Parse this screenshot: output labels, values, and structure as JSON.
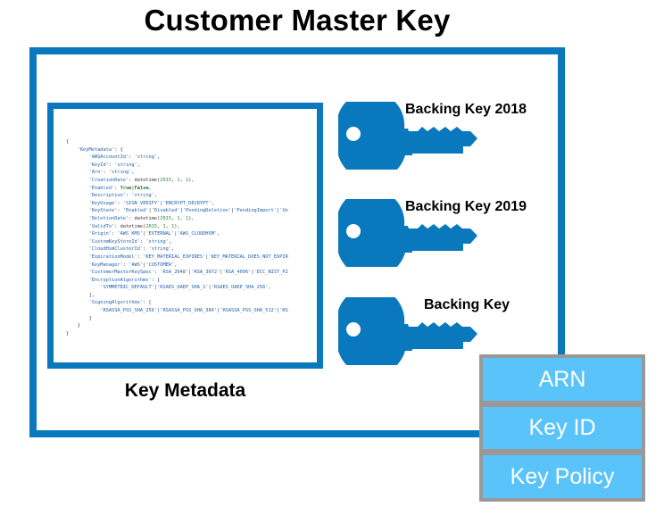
{
  "title": "Customer Master Key",
  "colors": {
    "frame": "#0a78bd",
    "key": "#0a78bd",
    "stack_fill": "#5ac3fa",
    "stack_border": "#999999",
    "stack_text": "#ffffff"
  },
  "metadata": {
    "label": "Key Metadata",
    "code_lines": [
      "{",
      "    'KeyMetadata': {",
      "        'AWSAccountId': 'string',",
      "        'KeyId': 'string',",
      "        'Arn': 'string',",
      "        'CreationDate': datetime(2015, 1, 1),",
      "        'Enabled': True|False,",
      "        'Description': 'string',",
      "        'KeyUsage': 'SIGN_VERIFY'|'ENCRYPT_DECRYPT',",
      "        'KeyState': 'Enabled'|'Disabled'|'PendingDeletion'|'PendingImport'|'Un",
      "        'DeletionDate': datetime(2015, 1, 1),",
      "        'ValidTo': datetime(2015, 1, 1),",
      "        'Origin': 'AWS_KMS'|'EXTERNAL'|'AWS_CLOUDHSM',",
      "        'CustomKeyStoreId': 'string',",
      "        'CloudHsmClusterId': 'string',",
      "        'ExpirationModel': 'KEY_MATERIAL_EXPIRES'|'KEY_MATERIAL_DOES_NOT_EXPIR",
      "        'KeyManager': 'AWS'|'CUSTOMER',",
      "        'CustomerMasterKeySpec': 'RSA_2048'|'RSA_3072'|'RSA_4096'|'ECC_NIST_P2",
      "        'EncryptionAlgorithms': [",
      "            'SYMMETRIC_DEFAULT'|'RSAES_OAEP_SHA_1'|'RSAES_OAEP_SHA_256',",
      "        ],",
      "        'SigningAlgorithms': [",
      "            'RSASSA_PSS_SHA_256'|'RSASSA_PSS_SHA_384'|'RSASSA_PSS_SHA_512'|'RS",
      "        ]",
      "    }",
      "}"
    ]
  },
  "backing_keys": [
    {
      "label": "Backing Key 2018",
      "icon": "key-icon"
    },
    {
      "label": "Backing Key 2019",
      "icon": "key-icon"
    },
    {
      "label": "Backing Key",
      "icon": "key-icon"
    }
  ],
  "properties": [
    {
      "label": "ARN"
    },
    {
      "label": "Key ID"
    },
    {
      "label": "Key Policy"
    }
  ]
}
